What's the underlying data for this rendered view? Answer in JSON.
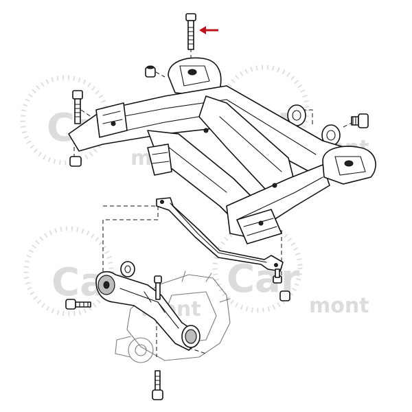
{
  "watermark": {
    "brand_top": "Car",
    "brand_bottom": "mont",
    "color": "#d9d9d9"
  },
  "pointer_arrow": {
    "color": "#c0141c",
    "direction": "left"
  },
  "colors": {
    "line": "#111111",
    "fill": "#ffffff",
    "shade": "#bdbdbd"
  }
}
